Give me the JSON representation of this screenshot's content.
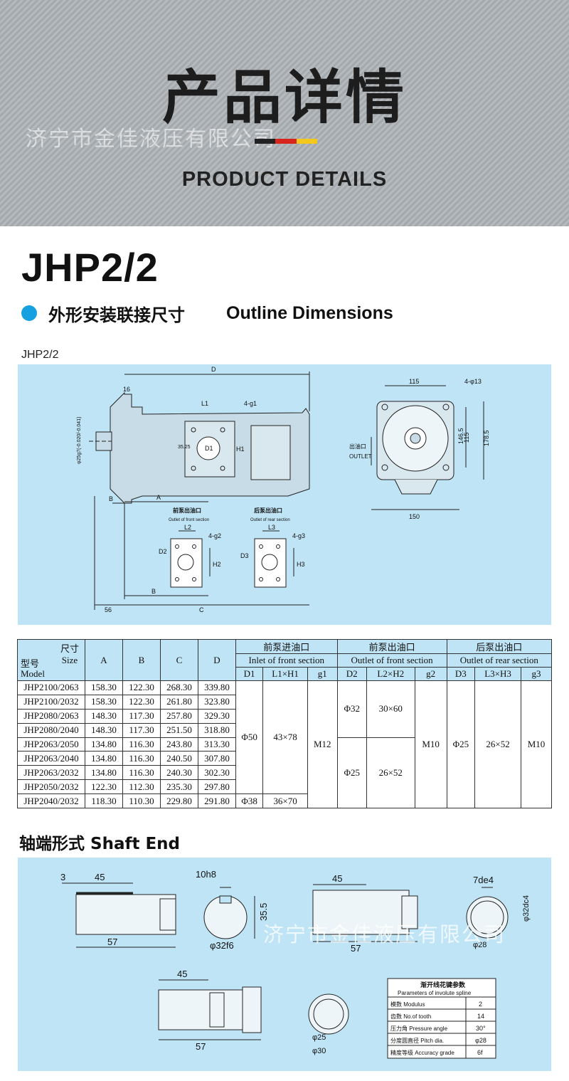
{
  "banner": {
    "title": "产品详情",
    "watermark": "济宁市金佳液压有限公司",
    "subtitle": "PRODUCT DETAILS",
    "accent_colors": [
      "#222222",
      "#d8261e",
      "#f4c81b"
    ]
  },
  "model": "JHP2/2",
  "section_outline": {
    "title_cn": "外形安装联接尺寸",
    "title_en": "Outline Dimensions"
  },
  "figure_label": "JHP2/2",
  "drawing_labels": {
    "D": "D",
    "d16": "16",
    "L1": "L1",
    "g1": "4-g1",
    "D1": "D1",
    "H1": "H1",
    "d3525": "35.25",
    "shaft": "φ25g7(-0.020/-0.041)",
    "A": "A",
    "B": "B",
    "C": "C",
    "d56": "56",
    "front_cn": "前泵出油口",
    "front_en": "Outlet of front section",
    "rear_cn": "后泵出油口",
    "rear_en": "Outlet of rear section",
    "L2": "L2",
    "g2": "4-g2",
    "D2": "D2",
    "H2": "H2",
    "L3": "L3",
    "g3": "4-g3",
    "D3": "D3",
    "H3": "H3",
    "d115": "115",
    "d13": "4-φ13",
    "d146": "146.5",
    "d178": "178.5",
    "d150": "150",
    "outlet_cn": "出油口",
    "outlet_en": "OUTLET"
  },
  "table": {
    "corner_size_cn": "尺寸",
    "corner_size_en": "Size",
    "corner_model_cn": "型号",
    "corner_model_en": "Model",
    "cols": [
      "A",
      "B",
      "C",
      "D"
    ],
    "groups": [
      {
        "cn": "前泵进油口",
        "en": "Inlet of front section",
        "cols": [
          "D1",
          "L1×H1",
          "g1"
        ]
      },
      {
        "cn": "前泵出油口",
        "en": "Outlet of front section",
        "cols": [
          "D2",
          "L2×H2",
          "g2"
        ]
      },
      {
        "cn": "后泵出油口",
        "en": "Outlet of rear section",
        "cols": [
          "D3",
          "L3×H3",
          "g3"
        ]
      }
    ],
    "rows": [
      [
        "JHP2100/2063",
        "158.30",
        "122.30",
        "268.30",
        "339.80"
      ],
      [
        "JHP2100/2032",
        "158.30",
        "122.30",
        "261.80",
        "323.80"
      ],
      [
        "JHP2080/2063",
        "148.30",
        "117.30",
        "257.80",
        "329.30"
      ],
      [
        "JHP2080/2040",
        "148.30",
        "117.30",
        "251.50",
        "318.80"
      ],
      [
        "JHP2063/2050",
        "134.80",
        "116.30",
        "243.80",
        "313.30"
      ],
      [
        "JHP2063/2040",
        "134.80",
        "116.30",
        "240.50",
        "307.80"
      ],
      [
        "JHP2063/2032",
        "134.80",
        "116.30",
        "240.30",
        "302.30"
      ],
      [
        "JHP2050/2032",
        "122.30",
        "112.30",
        "235.30",
        "297.80"
      ],
      [
        "JHP2040/2032",
        "118.30",
        "110.30",
        "229.80",
        "291.80"
      ]
    ],
    "inlet_d1_main": "Φ50",
    "inlet_l1h1_main": "43×78",
    "inlet_d1_last": "Φ38",
    "inlet_l1h1_last": "36×70",
    "g1": "M12",
    "front_d2_a": "Φ32",
    "front_l2h2_a": "30×60",
    "front_d2_b": "Φ25",
    "front_l2h2_b": "26×52",
    "g2": "M10",
    "rear_d3": "Φ25",
    "rear_l3h3": "26×52",
    "g3": "M10"
  },
  "section_shaft": {
    "title": "轴端形式 Shaft  End"
  },
  "shaft_labels": {
    "s1_3": "3",
    "s1_45": "45",
    "s1_57": "57",
    "s2_10h8": "10h8",
    "s2_355": "35.5",
    "s2_32f6": "φ32f6",
    "s3_45": "45",
    "s3_57": "57",
    "s4_7de4": "7de4",
    "s4_32dc4": "φ32dc4",
    "s4_28": "φ28",
    "s5_45": "45",
    "s5_57": "57",
    "s6_25": "φ25",
    "s6_30": "φ30"
  },
  "spline_table": {
    "title_cn": "渐开线花键参数",
    "title_en": "Parameters of involute spline",
    "rows": [
      [
        "模数 Modulus",
        "2"
      ],
      [
        "齿数 No.of tooth",
        "14"
      ],
      [
        "压力角 Pressure angle",
        "30°"
      ],
      [
        "分度圆直径 Pitch dia.",
        "φ28"
      ],
      [
        "精度等级 Accuracy grade",
        "6f"
      ]
    ]
  }
}
